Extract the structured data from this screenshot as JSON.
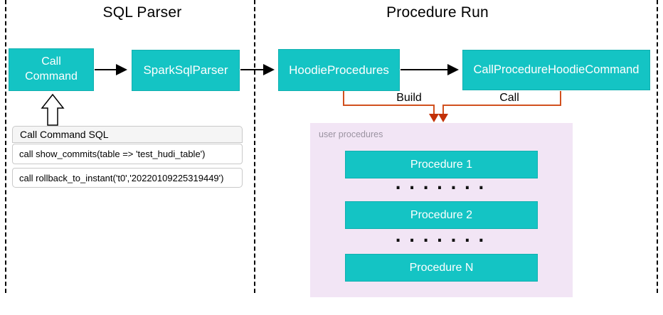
{
  "titles": {
    "left": "SQL Parser",
    "right": "Procedure Run"
  },
  "nodes": {
    "call_command": "Call\nCommand",
    "spark_sql_parser": "SparkSqlParser",
    "hoodie_procedures": "HoodieProcedures",
    "call_procedure_hoodie_command": "CallProcedureHoodieCommand"
  },
  "edge_labels": {
    "build": "Build",
    "call": "Call"
  },
  "sql_panel": {
    "header": "Call Command SQL",
    "rows": [
      "call show_commits(table => 'test_hudi_table')",
      "call rollback_to_instant('t0','20220109225319449')"
    ]
  },
  "user_procedures": {
    "label": "user procedures",
    "items": [
      "Procedure 1",
      "Procedure 2",
      "Procedure N"
    ],
    "ellipsis": "·······"
  },
  "colors": {
    "node_fill": "#14c4c4",
    "node_text": "#ffffff",
    "panel_fill": "#f2e5f5",
    "connector_line": "#d1501e",
    "connector_arrow": "#c33108",
    "sql_header_fill": "#f5f5f5",
    "sql_border": "#c9c9c9"
  }
}
